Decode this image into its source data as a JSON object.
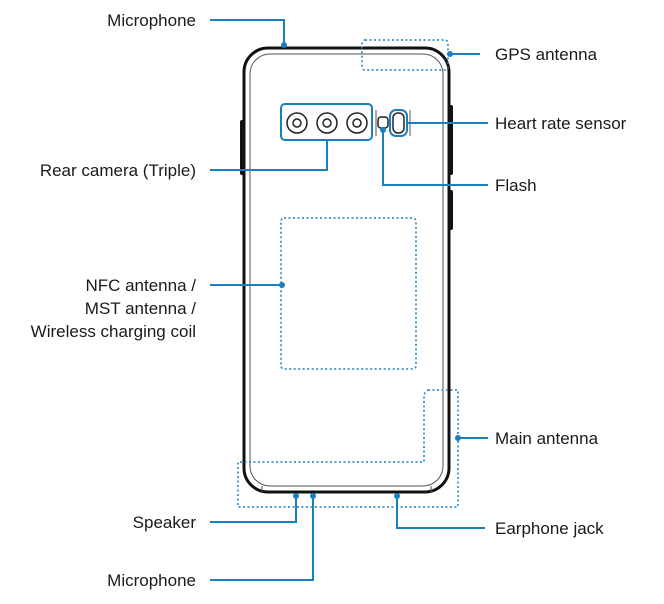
{
  "labels": {
    "microphone_top": "Microphone",
    "gps_antenna": "GPS antenna",
    "heart_rate_sensor": "Heart rate sensor",
    "rear_camera": "Rear camera (Triple)",
    "flash": "Flash",
    "nfc_line1": "NFC antenna /",
    "nfc_line2": "MST antenna /",
    "nfc_line3": "Wireless charging coil",
    "main_antenna": "Main antenna",
    "speaker": "Speaker",
    "earphone_jack": "Earphone jack",
    "microphone_bottom": "Microphone"
  },
  "colors": {
    "callout": "#1a7fc1",
    "outline": "#111111"
  }
}
